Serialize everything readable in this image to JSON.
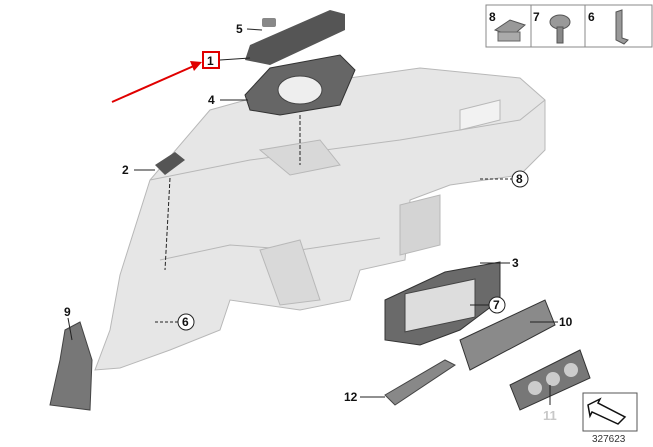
{
  "diagram": {
    "callouts": {
      "p1": "1",
      "p2": "2",
      "p3": "3",
      "p4": "4",
      "p5": "5",
      "p6": "6",
      "p7": "7",
      "p8": "8",
      "p9": "9",
      "p10": "10",
      "p11": "11",
      "p12": "12"
    },
    "legend": [
      {
        "label": "8",
        "icon": "clip-nut-icon"
      },
      {
        "label": "7",
        "icon": "screw-icon"
      },
      {
        "label": "6",
        "icon": "bracket-icon"
      }
    ],
    "diagram_id": "327623",
    "colors": {
      "highlight": "#e00000",
      "part_fill": "#e3e3e3",
      "dark_part": "#555555"
    }
  }
}
